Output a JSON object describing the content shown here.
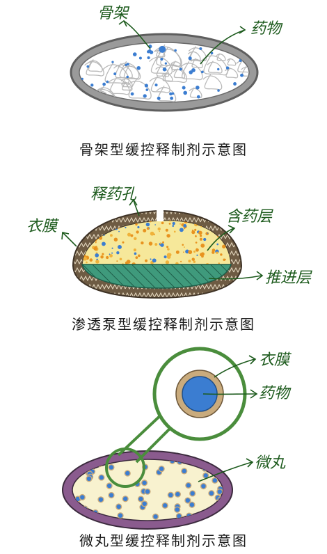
{
  "matrix": {
    "caption": "骨架型缓控释制剂示意图",
    "label_skeleton": "骨架",
    "label_drug": "药物"
  },
  "osmotic": {
    "caption": "渗透泵型缓控释制剂示意图",
    "label_hole": "释药孔",
    "label_coat": "衣膜",
    "label_drug_layer": "含药层",
    "label_push_layer": "推进层"
  },
  "pellet": {
    "caption": "微丸型缓控释制剂示意图",
    "label_coat": "衣膜",
    "label_drug": "药物",
    "label_pellet": "微丸"
  },
  "colors": {
    "handwriting": "#1c5a1c",
    "matrix_shell": "#8d8d8d",
    "drug_dot": "#3b7dd1",
    "osmotic_coat": "#6e5b43",
    "drug_layer": "#f6e89a",
    "push_layer": "#3f9a7c",
    "pellet_coat": "#8a5b8e",
    "pellet_core": "#f8f2cf",
    "zoom_ring": "#4a8d3c"
  }
}
